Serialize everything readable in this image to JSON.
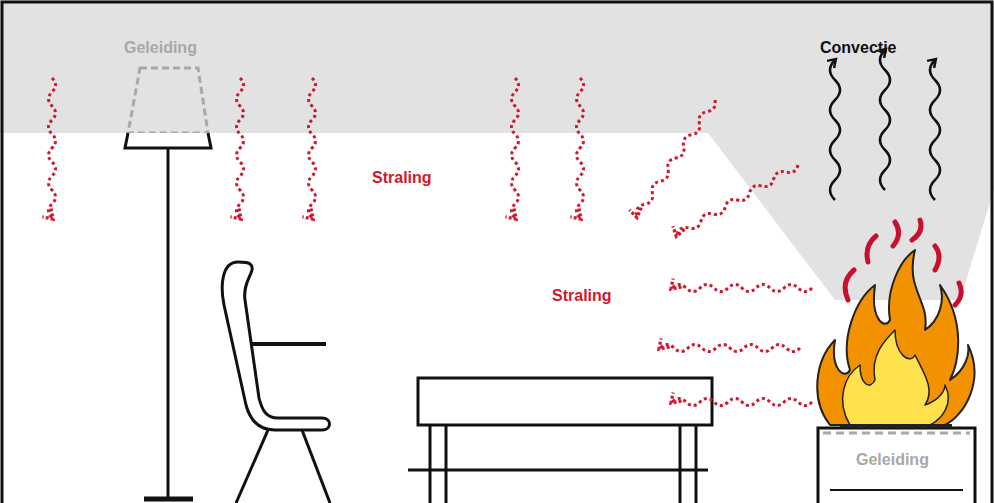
{
  "diagram": {
    "labels": [
      "Geleiding",
      "Convectie",
      "Straling",
      "Straling",
      "Geleiding"
    ]
  }
}
